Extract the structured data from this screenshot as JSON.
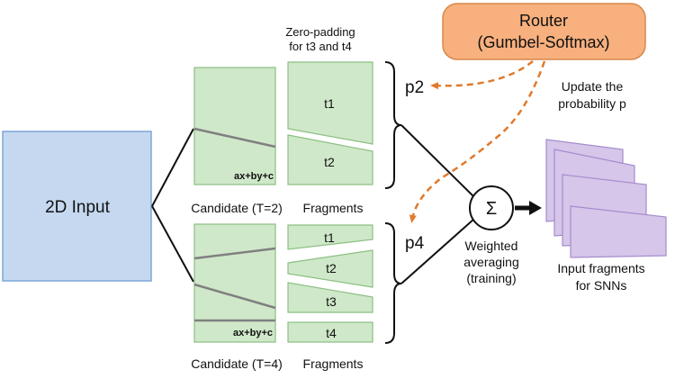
{
  "input": {
    "label": "2D Input"
  },
  "router": {
    "line1": "Router",
    "line2": "(Gumbel-Softmax)"
  },
  "update_note": {
    "line1": "Update the",
    "line2": "probability p"
  },
  "zero_padding": {
    "line1": "Zero-padding",
    "line2": "for t3 and t4"
  },
  "candidate_t2": {
    "label": "Candidate (T=2)",
    "plane_label": "ax+by+c"
  },
  "candidate_t4": {
    "label": "Candidate (T=4)",
    "plane_label": "ax+by+c"
  },
  "fragments_label": "Fragments",
  "fragments_t2": [
    "t1",
    "t2"
  ],
  "fragments_t4": [
    "t1",
    "t2",
    "t3",
    "t4"
  ],
  "prob_t2": "p2",
  "prob_t4": "p4",
  "sum_symbol": "Σ",
  "weighted": {
    "line1": "Weighted",
    "line2": "averaging",
    "line3": "(training)"
  },
  "output": {
    "line1": "Input fragments",
    "line2": "for SNNs"
  },
  "colors": {
    "input_fill": "#c5d8f0",
    "input_stroke": "#7ea6d8",
    "green_fill": "#cfe8c9",
    "green_stroke": "#8cbf82",
    "router_fill": "#f7b07e",
    "router_stroke": "#d9874b",
    "purple_fill": "#d5c6ea",
    "purple_stroke": "#a58ccc",
    "arrow_orange": "#e07a2c"
  }
}
